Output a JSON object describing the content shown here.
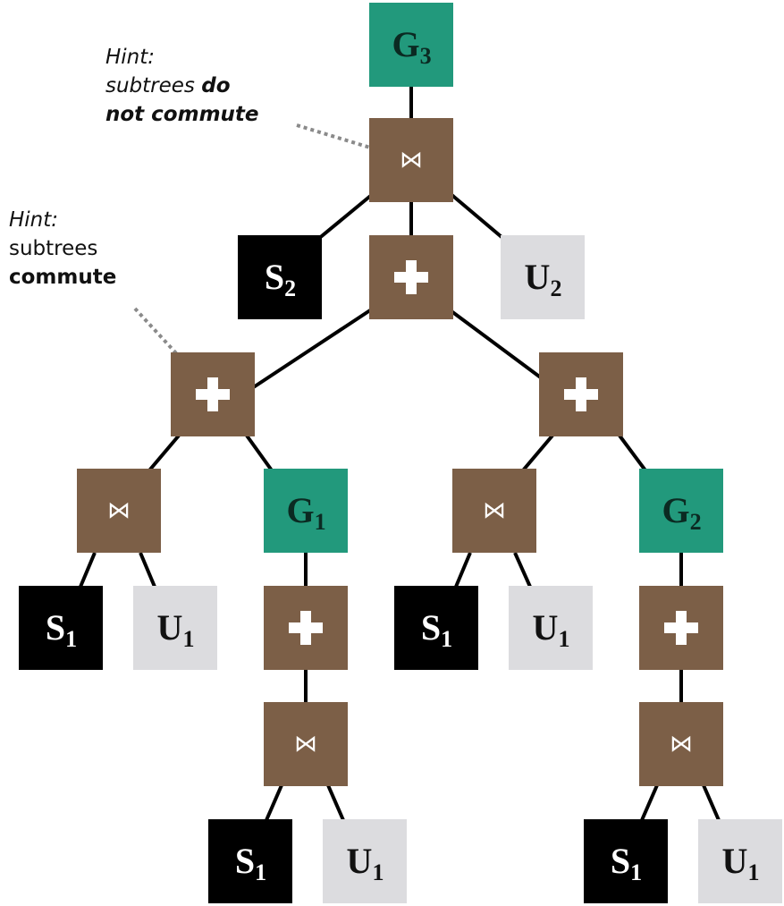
{
  "hints": {
    "top": {
      "line1": "Hint:",
      "line2_prefix": "subtrees ",
      "line2_bold": "do",
      "line3_bold": "not commute"
    },
    "middle": {
      "line1": "Hint:",
      "line2": "subtrees",
      "line3_bold": "commute"
    }
  },
  "nodes": {
    "g3": {
      "kind": "group",
      "letter": "G",
      "index": "3"
    },
    "join_root": {
      "kind": "join",
      "symbol": "⋈"
    },
    "s2": {
      "kind": "source",
      "letter": "S",
      "index": "2"
    },
    "union_root": {
      "kind": "union"
    },
    "u2": {
      "kind": "unknown",
      "letter": "U",
      "index": "2"
    },
    "union_left": {
      "kind": "union"
    },
    "union_right": {
      "kind": "union"
    },
    "join_ll": {
      "kind": "join",
      "symbol": "⋈"
    },
    "g1": {
      "kind": "group",
      "letter": "G",
      "index": "1"
    },
    "join_rl": {
      "kind": "join",
      "symbol": "⋈"
    },
    "g2": {
      "kind": "group",
      "letter": "G",
      "index": "2"
    },
    "s1_a": {
      "kind": "source",
      "letter": "S",
      "index": "1"
    },
    "u1_a": {
      "kind": "unknown",
      "letter": "U",
      "index": "1"
    },
    "union_g1": {
      "kind": "union"
    },
    "s1_b": {
      "kind": "source",
      "letter": "S",
      "index": "1"
    },
    "u1_b": {
      "kind": "unknown",
      "letter": "U",
      "index": "1"
    },
    "union_g2": {
      "kind": "union"
    },
    "join_g1": {
      "kind": "join",
      "symbol": "⋈"
    },
    "join_g2": {
      "kind": "join",
      "symbol": "⋈"
    },
    "s1_c": {
      "kind": "source",
      "letter": "S",
      "index": "1"
    },
    "u1_c": {
      "kind": "unknown",
      "letter": "U",
      "index": "1"
    },
    "s1_d": {
      "kind": "source",
      "letter": "S",
      "index": "1"
    },
    "u1_d": {
      "kind": "unknown",
      "letter": "U",
      "index": "1"
    }
  },
  "colors": {
    "operator": "#7c5f47",
    "group": "#22997c",
    "source": "#000000",
    "unknown": "#dcdcdf",
    "edge": "#000000",
    "hint_leader": "#8a8a8a"
  }
}
